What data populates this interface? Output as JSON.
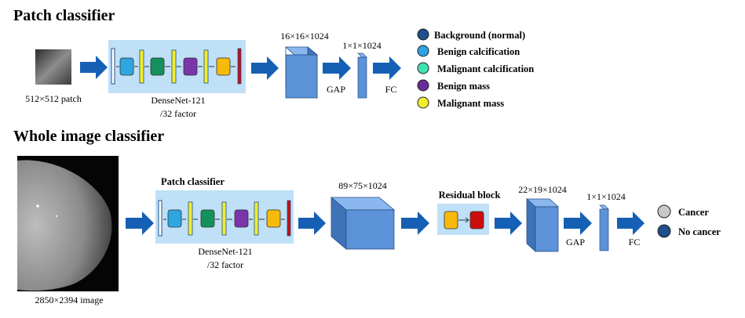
{
  "patch": {
    "title": "Patch classifier",
    "input_label": "512×512 patch",
    "densenet_line1": "DenseNet-121",
    "densenet_line2": "/32 factor",
    "feat_label": "16×16×1024",
    "vec_label": "1×1×1024",
    "gap": "GAP",
    "fc": "FC",
    "legend": [
      {
        "label": "Background (normal)",
        "color": "#1f4e8c"
      },
      {
        "label": "Benign calcification",
        "color": "#2ea3e8"
      },
      {
        "label": "Malignant calcification",
        "color": "#3fe3b0"
      },
      {
        "label": "Benign mass",
        "color": "#6a2a9a"
      },
      {
        "label": "Malignant mass",
        "color": "#f2ee2a"
      }
    ]
  },
  "whole": {
    "title": "Whole image classifier",
    "input_label": "2850×2394 image",
    "patch_box_title": "Patch classifier",
    "densenet_line1": "DenseNet-121",
    "densenet_line2": "/32 factor",
    "feat1_label": "89×75×1024",
    "residual_title": "Residual block",
    "feat2_label": "22×19×1024",
    "vec_label": "1×1×1024",
    "gap": "GAP",
    "fc": "FC",
    "legend": [
      {
        "label": "Cancer",
        "color": "#c8c8c8"
      },
      {
        "label": "No cancer",
        "color": "#1f4e8c"
      }
    ]
  },
  "colors": {
    "arrow": "#1560b5",
    "panel": "#bfe0f7",
    "block_cyan": "#2ea6e0",
    "block_green": "#15905a",
    "block_purple": "#7a35a8",
    "block_yellow": "#f7b90a",
    "block_red": "#cc0d0d",
    "cube_front": "#5b92d8",
    "cube_top": "#8ab7ee",
    "cube_side": "#3f73b8"
  }
}
